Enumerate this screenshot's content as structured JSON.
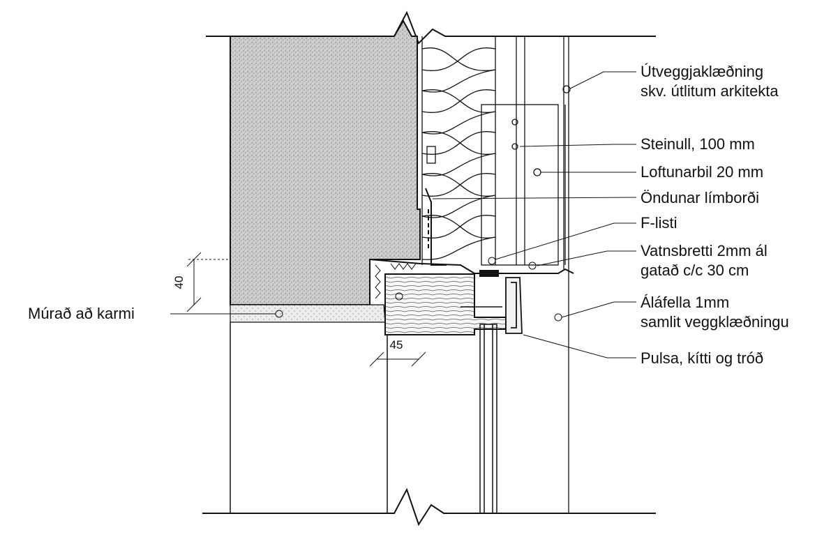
{
  "labels": {
    "cladding_line1": "Útveggjaklæðning",
    "cladding_line2": "skv. útlitum arkitekta",
    "insulation": "Steinull, 100 mm",
    "ventilation_gap": "Loftunarbil 20 mm",
    "breathable_tape": "Öndunar límborði",
    "f_strip": "F-listi",
    "flashing_line1": "Vatnsbretti 2mm ál",
    "flashing_line2": "gatað c/c 30 cm",
    "trim_line1": "Áláfella  1mm",
    "trim_line2": "samlit veggklæðningu",
    "seal": "Pulsa, kítti og tróð",
    "mortar": "Múrað að karmi"
  },
  "dimensions": {
    "vertical": "40",
    "horizontal": "45"
  },
  "colors": {
    "ink": "#111111",
    "concrete_fill": "#c9c9c9",
    "paper": "#ffffff"
  }
}
